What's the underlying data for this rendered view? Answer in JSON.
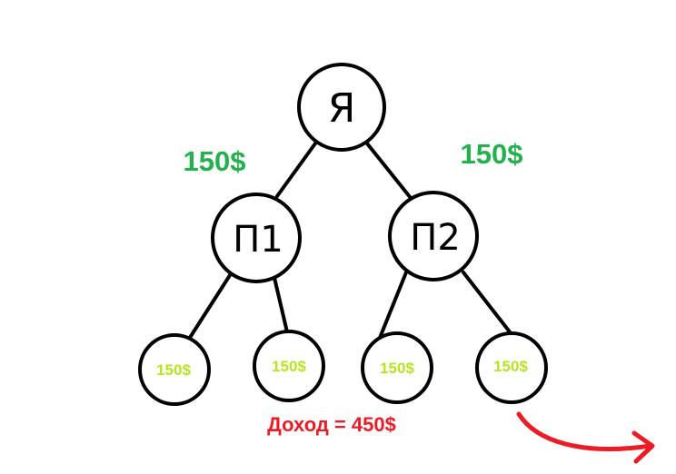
{
  "colors": {
    "background": "#ffffff",
    "stroke": "#000000",
    "commission_green": "#22b14c",
    "leaf_text_lime": "#b5e61d",
    "income_red": "#ed1c24"
  },
  "tree": {
    "root": {
      "label": "Я"
    },
    "partners": [
      {
        "label": "П1"
      },
      {
        "label": "П2"
      }
    ],
    "leaves": [
      {
        "label": "150$"
      },
      {
        "label": "150$"
      },
      {
        "label": "150$"
      },
      {
        "label": "150$"
      }
    ]
  },
  "edge_labels": {
    "left": "150$",
    "right": "150$"
  },
  "income": {
    "text": "Доход = 450$"
  },
  "arrow": {
    "icon": "curved-arrow-right-icon"
  }
}
